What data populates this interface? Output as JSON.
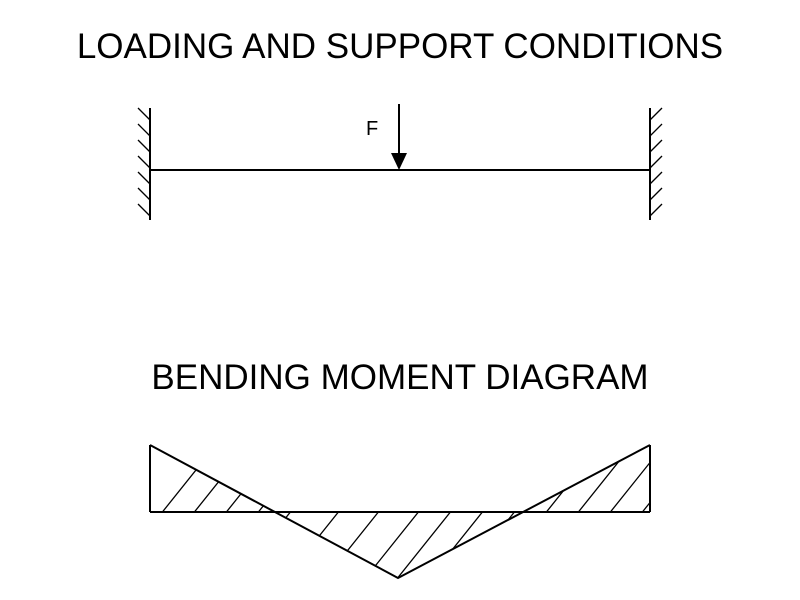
{
  "loading_title": "LOADING AND SUPPORT CONDITIONS",
  "force_label": "F",
  "moment_title": "BENDING MOMENT DIAGRAM",
  "colors": {
    "stroke": "#000000",
    "background": "#ffffff"
  }
}
